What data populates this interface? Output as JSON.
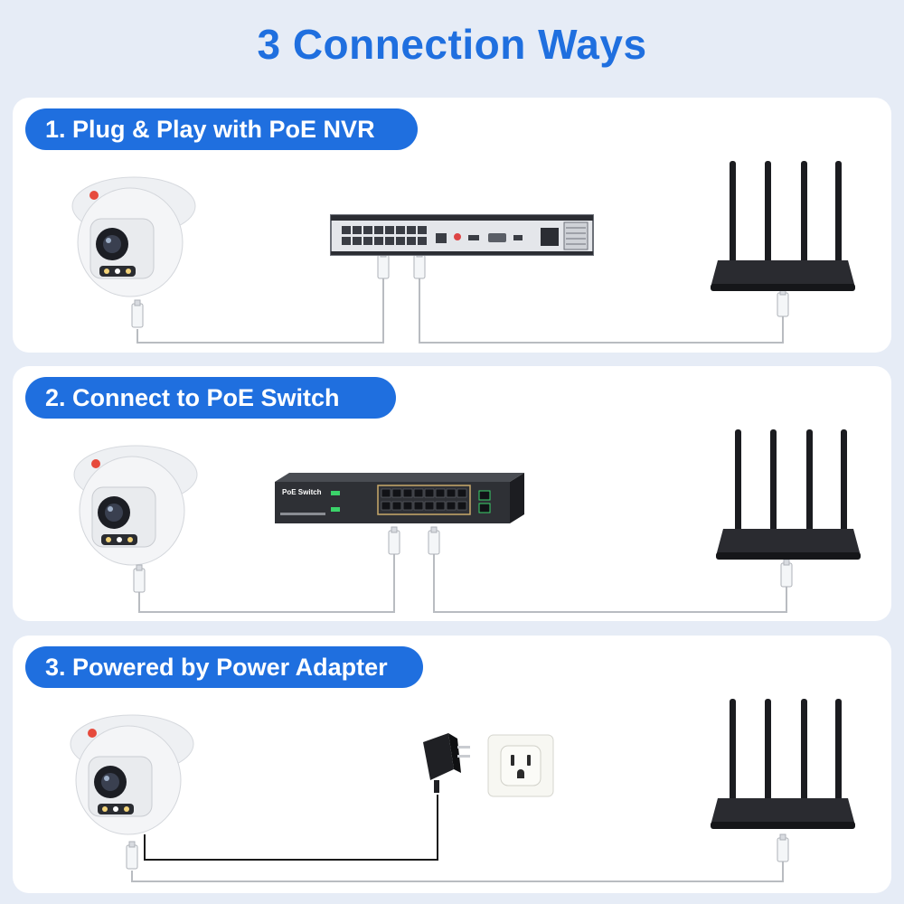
{
  "title": "3 Connection Ways",
  "colors": {
    "accent": "#1f6fdf",
    "background": "#e6ecf6",
    "panel": "#ffffff",
    "cable": "#b9bcc1",
    "adapter_cable": "#1a1a1a"
  },
  "methods": [
    {
      "label": "1. Plug & Play with PoE NVR",
      "device": "PoE NVR"
    },
    {
      "label": "2. Connect to PoE Switch",
      "device": "PoE Switch",
      "device_text": "PoE Switch"
    },
    {
      "label": "3. Powered by Power Adapter",
      "device": "Power Adapter + Wall Outlet"
    }
  ],
  "icons": [
    "dome-camera-icon",
    "nvr-icon",
    "poe-switch-icon",
    "router-icon",
    "power-adapter-icon",
    "wall-outlet-icon",
    "rj45-connector-icon"
  ]
}
